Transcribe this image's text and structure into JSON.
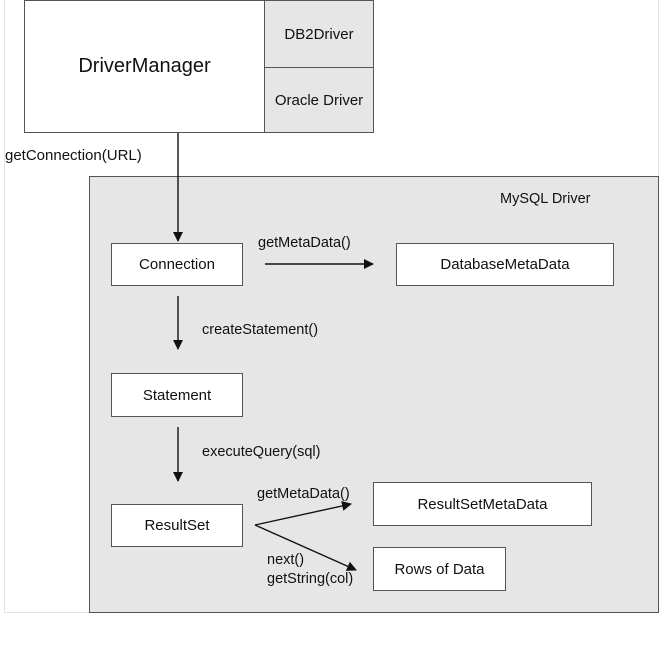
{
  "driver_manager": {
    "title": "DriverManager",
    "drivers": [
      "DB2Driver",
      "Oracle Driver"
    ]
  },
  "get_connection_label": "getConnection(URL)",
  "mysql_driver": {
    "title": "MySQL Driver",
    "boxes": {
      "connection": "Connection",
      "database_metadata": "DatabaseMetaData",
      "statement": "Statement",
      "resultset": "ResultSet",
      "resultset_metadata": "ResultSetMetaData",
      "rows_of_data": "Rows of Data"
    },
    "calls": {
      "get_metadata_conn": "getMetaData()",
      "create_statement": "createStatement()",
      "execute_query": "executeQuery(sql)",
      "get_metadata_rs": "getMetaData()",
      "next": "next()",
      "get_string": "getString(col)"
    }
  }
}
